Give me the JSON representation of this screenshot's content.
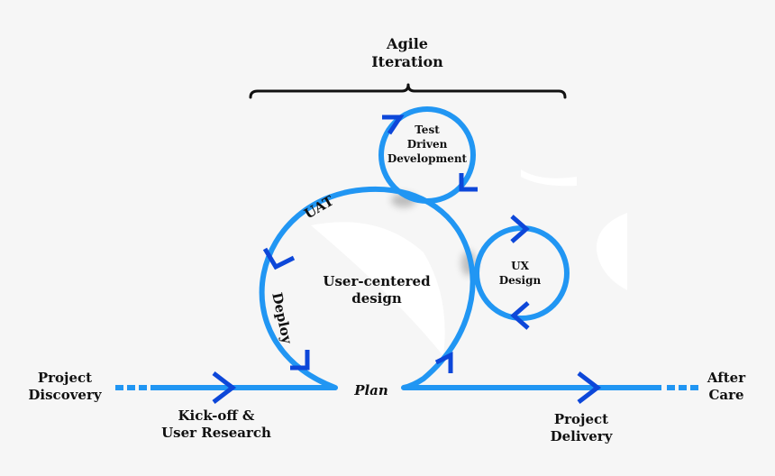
{
  "colors": {
    "line": "#2196f3",
    "arrow": "#0d47d9",
    "text": "#111111",
    "bg": "#f6f6f6",
    "shade": "#ffffff"
  },
  "header": {
    "line1": "Agile",
    "line2": "Iteration"
  },
  "left": {
    "discovery_line1": "Project",
    "discovery_line2": "Discovery",
    "kickoff_line1": "Kick-off &",
    "kickoff_line2": "User Research"
  },
  "right": {
    "delivery_line1": "Project",
    "delivery_line2": "Delivery",
    "aftercare_line1": "After",
    "aftercare_line2": "Care"
  },
  "center": {
    "plan": "Plan",
    "main_line1": "User-centered",
    "main_line2": "design",
    "uat": "UAT",
    "deploy": "Deploy"
  },
  "loops": {
    "tdd_line1": "Test",
    "tdd_line2": "Driven",
    "tdd_line3": "Development",
    "ux_line1": "UX",
    "ux_line2": "Design"
  }
}
